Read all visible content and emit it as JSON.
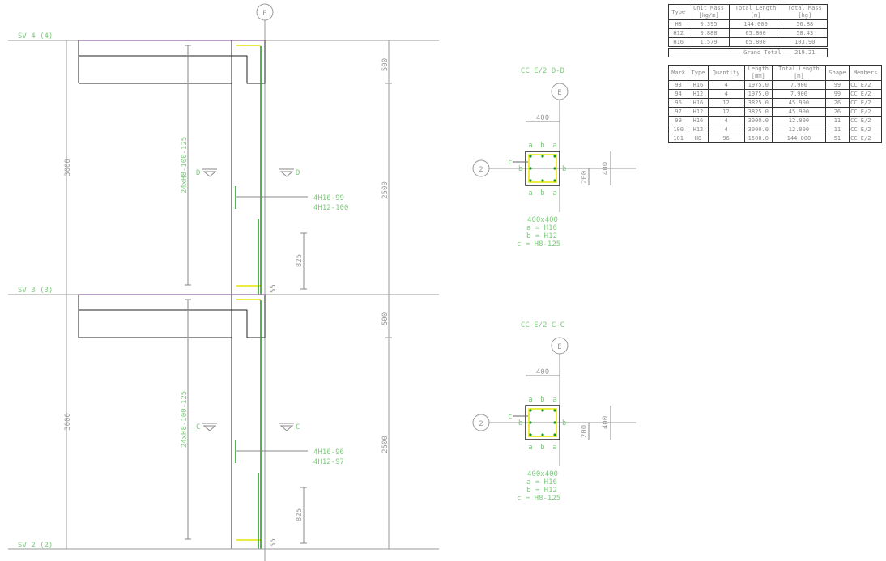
{
  "grid": {
    "column": "E",
    "row": "2"
  },
  "elevation": {
    "storeys": [
      {
        "level": "SV 4 (4)",
        "section_mark": "D",
        "stirrups": "24xH8-100-125",
        "bars": [
          "4H16-99",
          "4H12-100"
        ]
      },
      {
        "level": "SV 3 (3)",
        "section_mark": "C",
        "stirrups": "24xH8-100-125",
        "bars": [
          "4H16-96",
          "4H12-97"
        ]
      }
    ],
    "bottom_level": "SV 2 (2)",
    "dims": {
      "storey": "3000",
      "beam": "500",
      "clear": "2500",
      "lap": "825",
      "small": "55"
    }
  },
  "sections": [
    {
      "title": "CC E/2 D-D",
      "width_dim": "400",
      "half_dim": "200",
      "depth_dim": "400",
      "size": "400x400",
      "a": "a = H16",
      "b": "b = H12",
      "c": "c = H8-125",
      "lbl_a": "a",
      "lbl_b": "b",
      "lbl_c": "c"
    },
    {
      "title": "CC E/2 C-C",
      "width_dim": "400",
      "half_dim": "200",
      "depth_dim": "400",
      "size": "400x400",
      "a": "a = H16",
      "b": "b = H12",
      "c": "c = H8-125",
      "lbl_a": "a",
      "lbl_b": "b",
      "lbl_c": "c"
    }
  ],
  "mass_table": {
    "headers": [
      [
        "Type",
        ""
      ],
      [
        "Unit Mass",
        "[kg/m]"
      ],
      [
        "Total Length",
        "[m]"
      ],
      [
        "Total Mass",
        "[kg]"
      ]
    ],
    "rows": [
      [
        "H8",
        "0.395",
        "144.000",
        "56.88"
      ],
      [
        "H12",
        "0.888",
        "65.800",
        "58.43"
      ],
      [
        "H16",
        "1.579",
        "65.800",
        "103.90"
      ]
    ],
    "grand_total_label": "Grand Total",
    "grand_total": "219.21"
  },
  "schedule": {
    "headers": [
      [
        "Mark",
        ""
      ],
      [
        "Type",
        ""
      ],
      [
        "Quantity",
        ""
      ],
      [
        "Length",
        "[mm]"
      ],
      [
        "Total Length",
        "[m]"
      ],
      [
        "Shape",
        ""
      ],
      [
        "Members",
        ""
      ]
    ],
    "rows": [
      [
        "93",
        "H16",
        "4",
        "1975.0",
        "7.900",
        "99",
        "CC E/2"
      ],
      [
        "94",
        "H12",
        "4",
        "1975.0",
        "7.900",
        "99",
        "CC E/2"
      ],
      [
        "96",
        "H16",
        "12",
        "3825.0",
        "45.900",
        "26",
        "CC E/2"
      ],
      [
        "97",
        "H12",
        "12",
        "3825.0",
        "45.900",
        "26",
        "CC E/2"
      ],
      [
        "99",
        "H16",
        "4",
        "3000.0",
        "12.000",
        "11",
        "CC E/2"
      ],
      [
        "100",
        "H12",
        "4",
        "3000.0",
        "12.000",
        "11",
        "CC E/2"
      ],
      [
        "101",
        "H8",
        "96",
        "1500.0",
        "144.000",
        "51",
        "CC E/2"
      ]
    ]
  }
}
